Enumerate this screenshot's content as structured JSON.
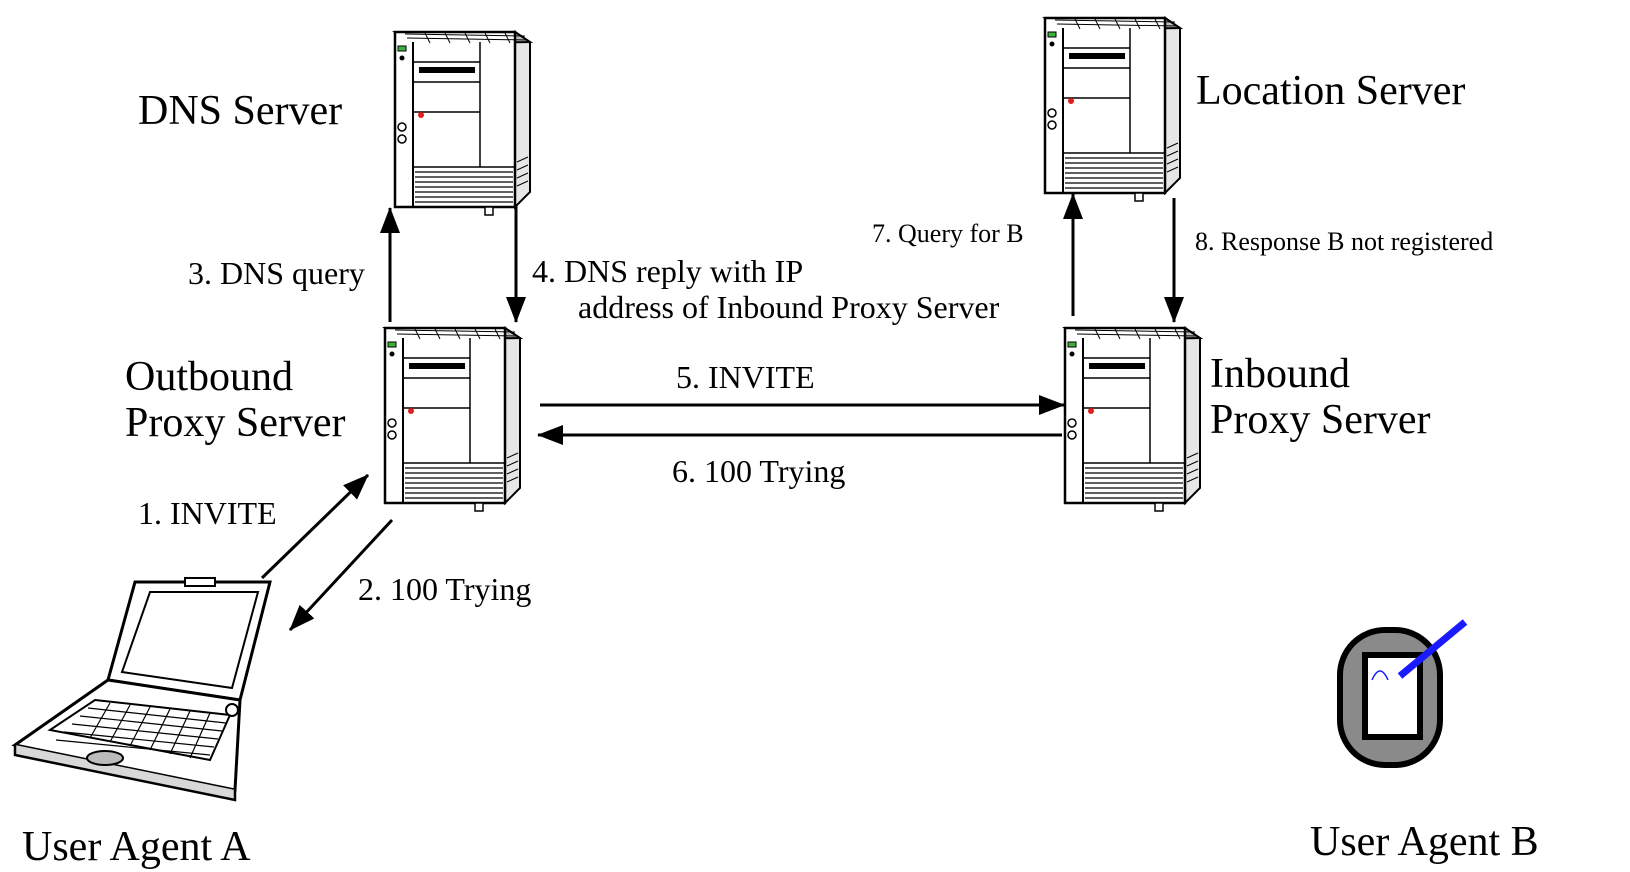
{
  "nodes": {
    "dns_server": "DNS Server",
    "location_server": "Location Server",
    "outbound_proxy": [
      "Outbound",
      "Proxy Server"
    ],
    "inbound_proxy": [
      "Inbound",
      "Proxy Server"
    ],
    "user_agent_a": "User Agent A",
    "user_agent_b": "User Agent B"
  },
  "messages": {
    "m1": "1. INVITE",
    "m2": "2. 100 Trying",
    "m3": "3. DNS query",
    "m4": [
      "4. DNS reply with IP",
      "address of Inbound Proxy Server"
    ],
    "m5": "5. INVITE",
    "m6": "6. 100 Trying",
    "m7": "7. Query for B",
    "m8": "8. Response B not registered"
  },
  "colors": {
    "line": "#000000",
    "server_body": "#ffffff",
    "server_shadow": "#dcdcdc",
    "led": "#3cb43c",
    "red_dot": "#e02020",
    "pda_frame": "#8a8a8a",
    "pda_stylus": "#1a1aff"
  }
}
